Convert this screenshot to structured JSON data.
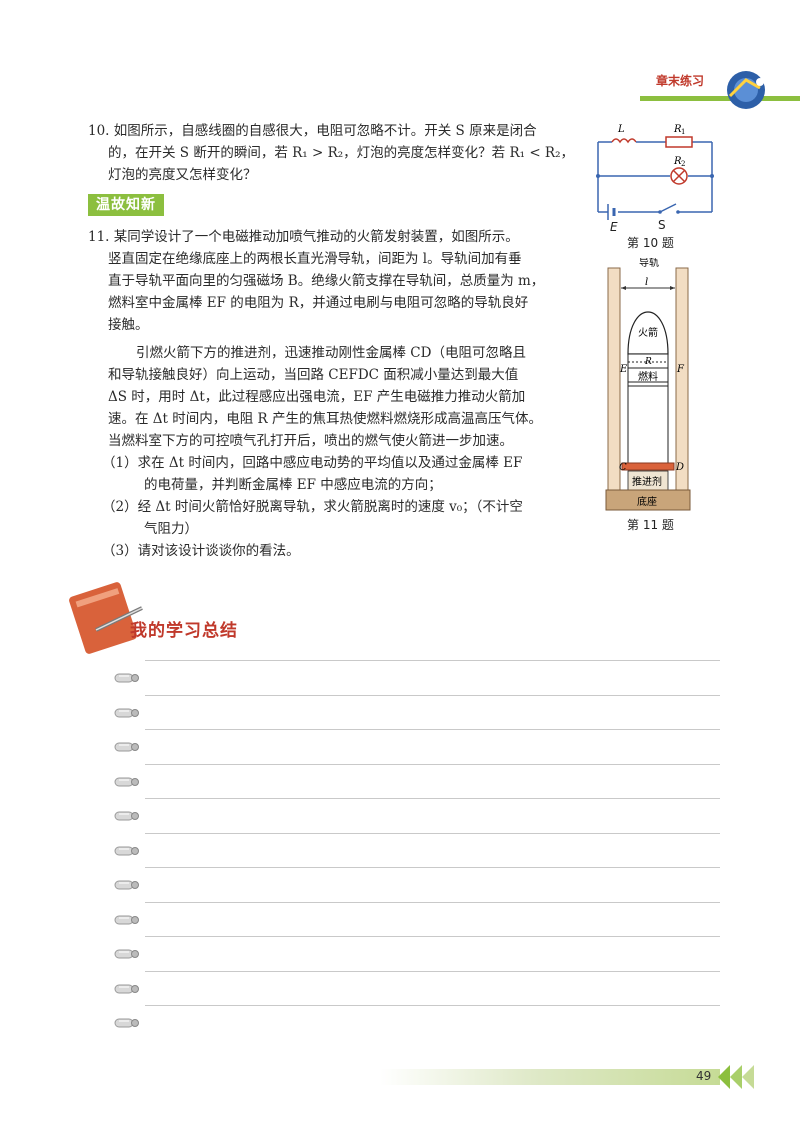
{
  "header": {
    "chapter_label": "章末练习"
  },
  "q10": {
    "lines": [
      "10. 如图所示，自感线圈的自感很大，电阻可忽略不计。开关 S 原来是闭合",
      "的，在开关 S 断开的瞬间，若 R₁ > R₂，灯泡的亮度怎样变化？若 R₁ < R₂，",
      "灯泡的亮度又怎样变化？"
    ],
    "figure": {
      "L": "L",
      "R1": "R",
      "R1_sub": "1",
      "R2": "R",
      "R2_sub": "2",
      "E": "E",
      "S": "S",
      "caption": "第 10 题"
    }
  },
  "section_badge": "温故知新",
  "q11": {
    "intro": [
      "11. 某同学设计了一个电磁推动加喷气推动的火箭发射装置，如图所示。",
      "竖直固定在绝缘底座上的两根长直光滑导轨，间距为 l。导轨间加有垂",
      "直于导轨平面向里的匀强磁场 B。绝缘火箭支撑在导轨间，总质量为 m，",
      "燃料室中金属棒 EF 的电阻为 R，并通过电刷与电阻可忽略的导轨良好",
      "接触。"
    ],
    "para2": [
      "引燃火箭下方的推进剂，迅速推动刚性金属棒 CD（电阻可忽略且",
      "和导轨接触良好）向上运动，当回路 CEFDC 面积减小量达到最大值",
      "ΔS 时，用时 Δt，此过程感应出强电流，EF 产生电磁推力推动火箭加",
      "速。在 Δt 时间内，电阻 R 产生的焦耳热使燃料燃烧形成高温高压气体。",
      "当燃料室下方的可控喷气孔打开后，喷出的燃气使火箭进一步加速。"
    ],
    "items": [
      [
        "（1）求在 Δt 时间内，回路中感应电动势的平均值以及通过金属棒 EF",
        "的电荷量，并判断金属棒 EF 中感应电流的方向；"
      ],
      [
        "（2）经 Δt 时间火箭恰好脱离导轨，求火箭脱离时的速度 v₀；（不计空",
        "气阻力）"
      ],
      [
        "（3）请对该设计谈谈你的看法。"
      ]
    ],
    "figure": {
      "rail": "导轨",
      "l": "l",
      "rocket": "火箭",
      "R": "R",
      "fuel": "燃料",
      "E": "E",
      "F": "F",
      "C": "C",
      "D": "D",
      "propellant": "推进剂",
      "base": "底座",
      "caption": "第 11 题"
    }
  },
  "summary": {
    "title": "我的学习总结",
    "line_count": 11
  },
  "page_number": "49",
  "colors": {
    "accent_green": "#8cbf3f",
    "title_red": "#c0392b",
    "circuit_blue": "#3a66b0",
    "pad_orange": "#d9623b"
  }
}
